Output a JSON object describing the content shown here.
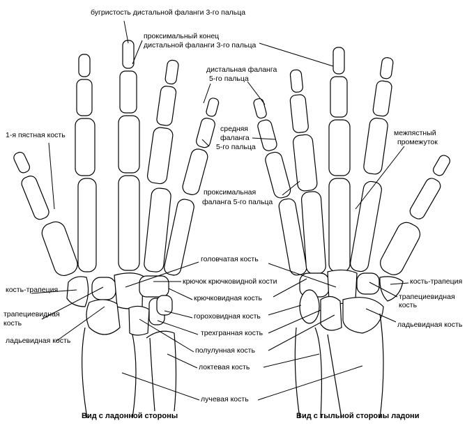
{
  "labels": {
    "tuberosity": "бугристость дистальной фаланги 3-го пальца",
    "proximal_end_1": "проксимальный конец",
    "proximal_end_2": "дистальной фаланги 3-го пальца",
    "distal5_1": "дистальная фаланга",
    "distal5_2": "5-го пальца",
    "middle5_1": "средняя",
    "middle5_2": "фаланга",
    "middle5_3": "5-го пальца",
    "metacarpal1": "1-я пястная кость",
    "interosseous_1": "межпястный",
    "interosseous_2": "промежуток",
    "proximal5_1": "проксимальная",
    "proximal5_2": "фаланга 5-го пальца",
    "capitate": "головчатая кость",
    "hamulus": "крючок крючковидной кости",
    "trapezium_left": "кость-трапеция",
    "trapezium_right": "кость-трапеция",
    "hamate": "крючковидная кость",
    "trapezoid_left_1": "трапециевидная",
    "trapezoid_left_2": "кость",
    "trapezoid_right_1": "трапециевидная",
    "trapezoid_right_2": "кость",
    "pisiform": "гороховидная кость",
    "scaphoid_left": "ладьевидная кость",
    "scaphoid_right": "ладьевидная кость",
    "triquetrum": "трехгранная кость",
    "lunate": "полулунная кость",
    "ulna": "локтевая кость",
    "radius": "лучевая кость"
  },
  "captions": {
    "palmar": "Вид с ладонной стороны",
    "dorsal": "Вид с тыльной стороны ладони"
  }
}
